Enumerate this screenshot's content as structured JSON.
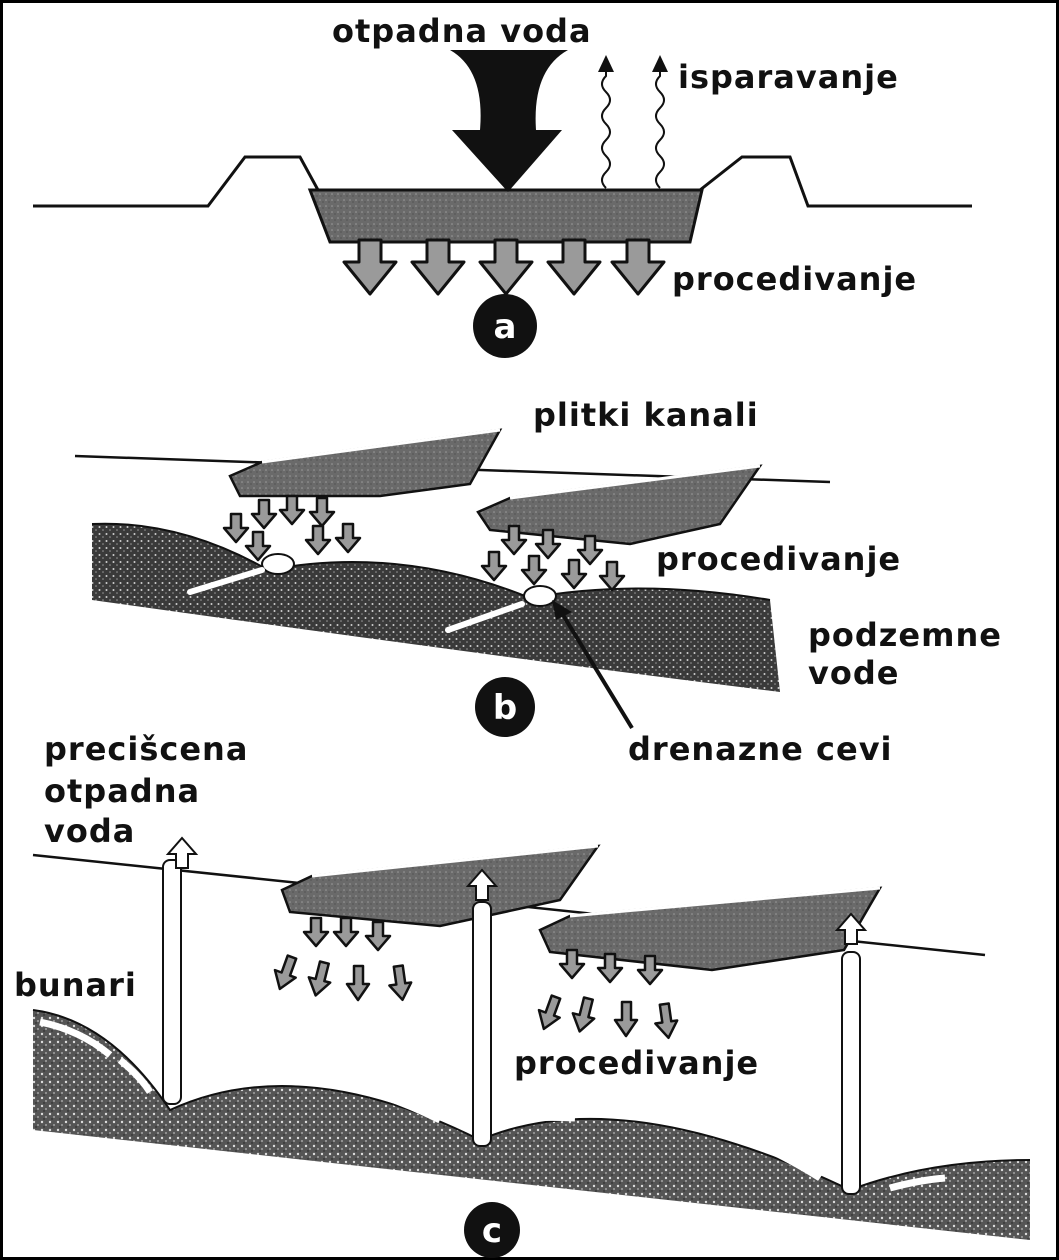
{
  "panel_a": {
    "inflow_label": "otpadna voda",
    "evaporation_label": "isparavanje",
    "seepage_label": "procedivanje",
    "badge": "a"
  },
  "panel_b": {
    "channels_label": "plitki kanali",
    "seepage_label": "procedivanje",
    "groundwater_label_line1": "podzemne",
    "groundwater_label_line2": "vode",
    "drain_label": "drenazne cevi",
    "badge": "b"
  },
  "panel_c": {
    "treated_label_line1": "precišcena",
    "treated_label_line2": "otpadna",
    "treated_label_line3": "voda",
    "wells_label": "bunari",
    "seepage_label": "procedivanje",
    "badge": "c"
  },
  "colors": {
    "ink": "#111111",
    "water_fill": "#6f6f6f",
    "ground_fill": "#4a4a4a",
    "arrow_fill": "#9a9a9a"
  }
}
